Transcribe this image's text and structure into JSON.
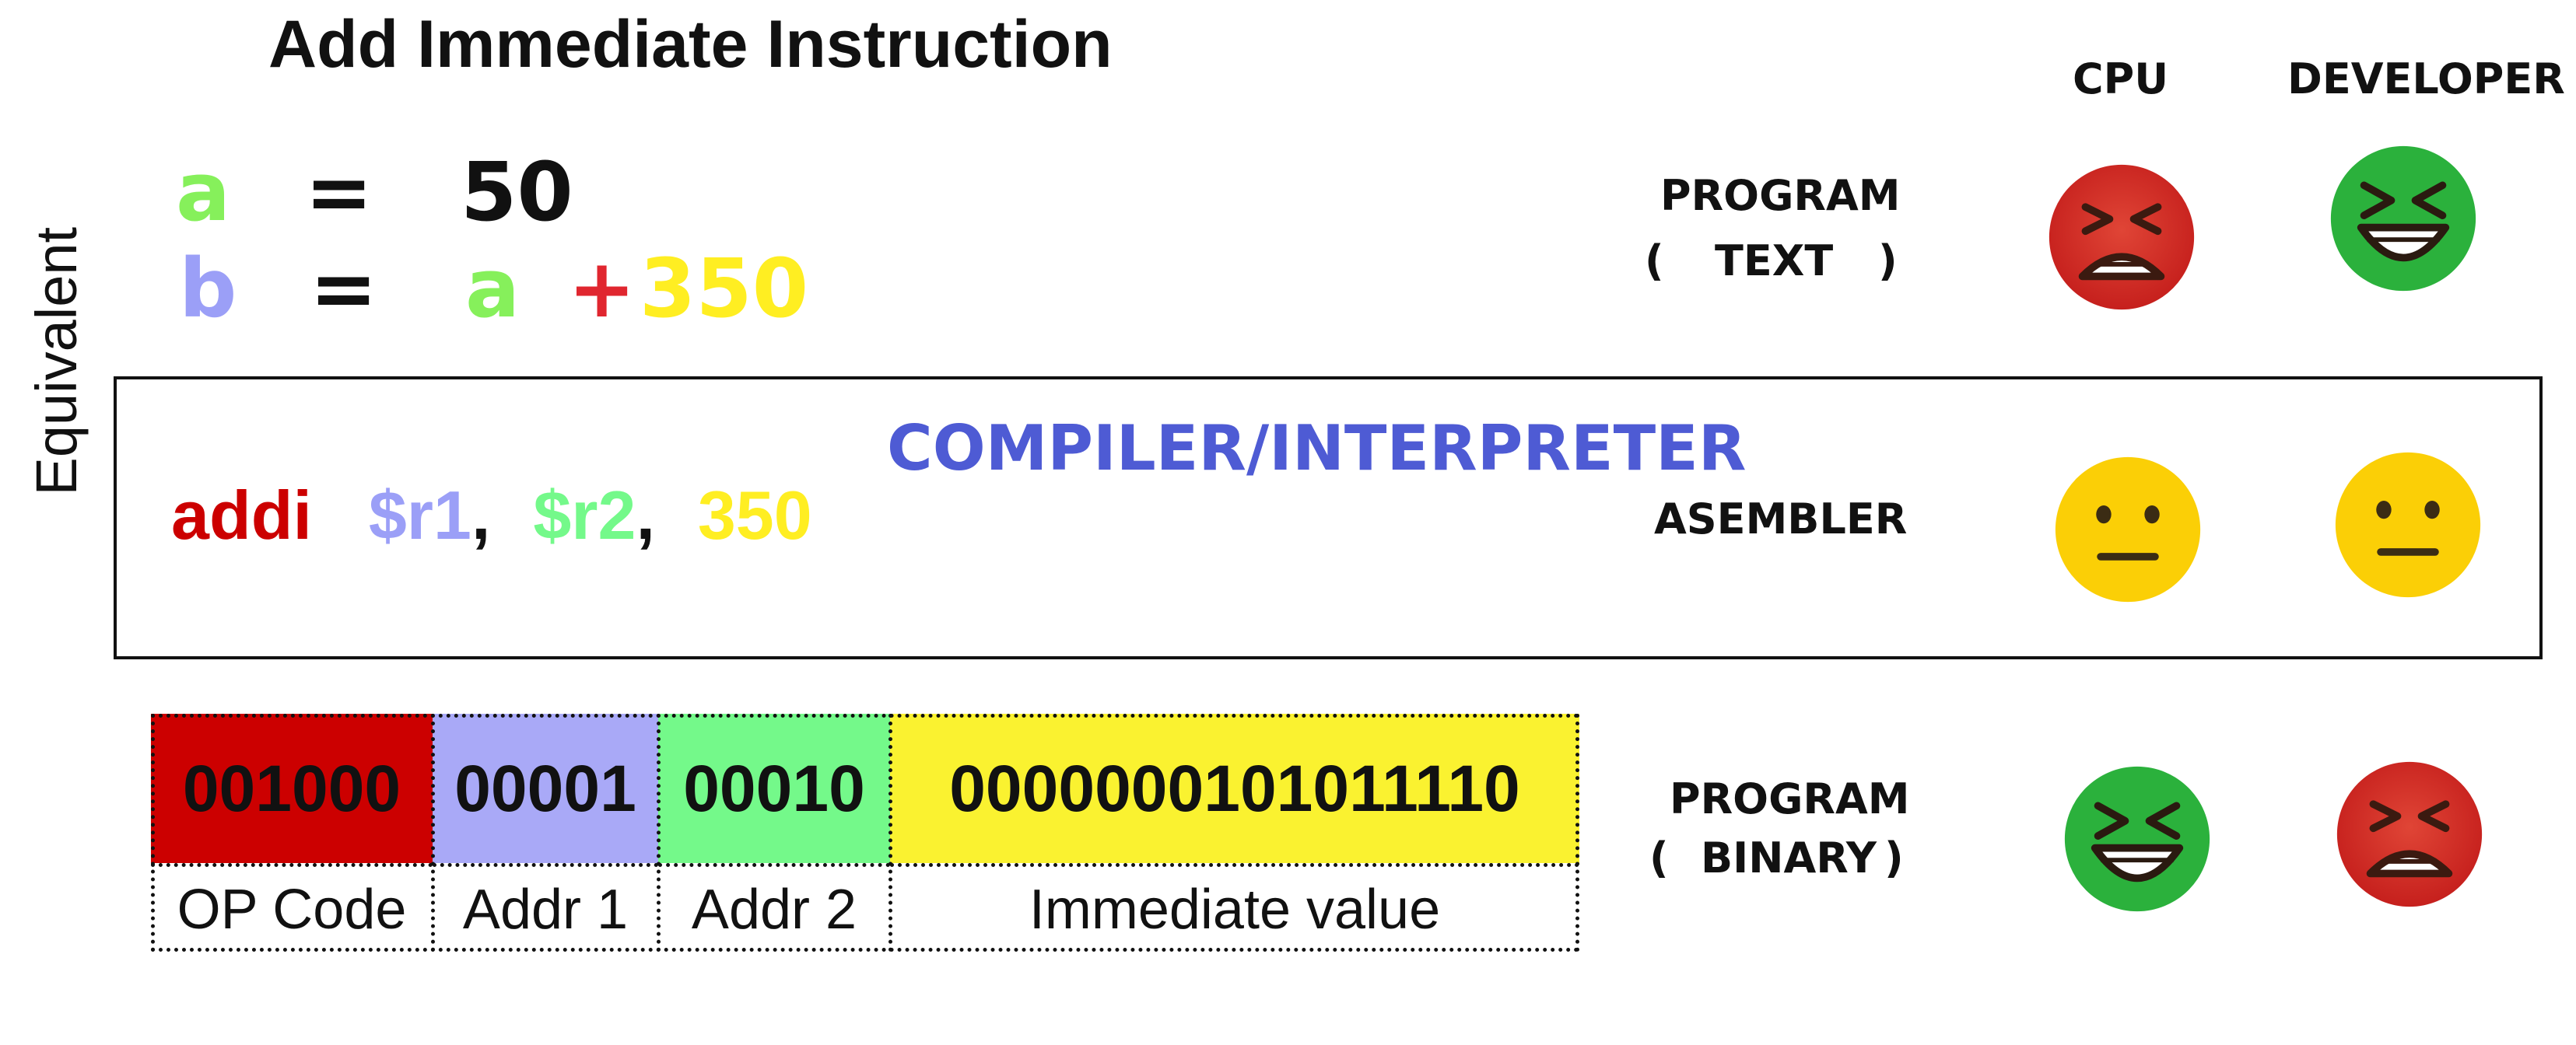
{
  "title": "Add Immediate Instruction",
  "columns": {
    "cpu": "CPU",
    "developer": "DEVELOPER"
  },
  "program_text": {
    "line1": {
      "var": "a",
      "eq": "=",
      "value": "50"
    },
    "line2": {
      "var": "b",
      "eq": "=",
      "operand": "a",
      "op": "+",
      "imm": "350"
    }
  },
  "assembly": {
    "mnemonic": "addi",
    "reg1": "$r1",
    "sep1": ",",
    "reg2": "$r2",
    "sep2": ",",
    "imm": "350",
    "stage_label": "COMPILER/INTERPRETER",
    "level_label": "ASEMBLER",
    "equivalent_label": "Equivalent"
  },
  "levels": {
    "program_text": {
      "line1": "PROGRAM",
      "open": "(",
      "inner": "TEXT",
      "close": ")"
    },
    "program_binary": {
      "line1": "PROGRAM",
      "open": "(",
      "inner": "BINARY",
      "close": ")"
    }
  },
  "binary": {
    "fields": [
      {
        "bits": "001000",
        "label": "OP Code",
        "color": "#cc0000"
      },
      {
        "bits": "00001",
        "label": "Addr 1",
        "color": "#a9a9f7"
      },
      {
        "bits": "00010",
        "label": "Addr 2",
        "color": "#74f98a"
      },
      {
        "bits": "0000000101011110",
        "label": "Immediate value",
        "color": "#faf230"
      }
    ]
  },
  "faces": {
    "program_text": {
      "cpu": "angry-face",
      "developer": "grinning-squint-face"
    },
    "assembler": {
      "cpu": "neutral-face",
      "developer": "neutral-face"
    },
    "program_binary": {
      "cpu": "grinning-squint-face",
      "developer": "angry-face"
    }
  },
  "colors": {
    "var_a": "#86f05b",
    "var_b": "#9b9ff7",
    "op_plus": "#e0262f",
    "imm": "#ffee22",
    "mnemonic": "#cc0000",
    "compiler_label": "#4e5bd4",
    "angry": "#d5342a",
    "happy": "#2bb13c",
    "neutral": "#fbcf06"
  }
}
